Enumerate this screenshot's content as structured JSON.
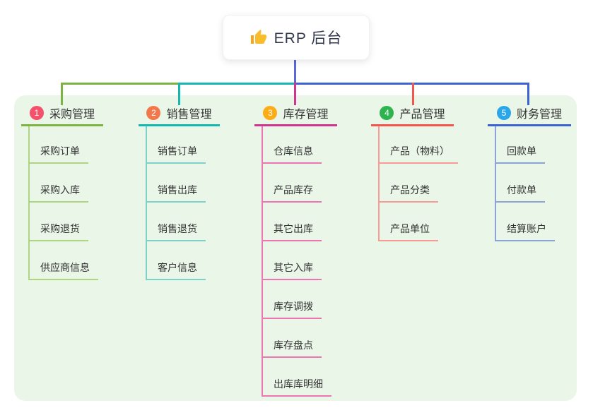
{
  "root": {
    "label": "ERP 后台",
    "icon": "thumbs-up-icon"
  },
  "branches": [
    {
      "index": "1",
      "label": "采购管理",
      "badge_color": "#f4516c",
      "line_color": "#7cb342",
      "child_line_color": "#aed581",
      "children": [
        "采购订单",
        "采购入库",
        "采购退货",
        "供应商信息"
      ]
    },
    {
      "index": "2",
      "label": "销售管理",
      "badge_color": "#f2784b",
      "line_color": "#14b8ae",
      "child_line_color": "#7fd0c9",
      "children": [
        "销售订单",
        "销售出库",
        "销售退货",
        "客户信息"
      ]
    },
    {
      "index": "3",
      "label": "库存管理",
      "badge_color": "#fbad18",
      "line_color": "#d0368f",
      "child_line_color": "#ef74b4",
      "children": [
        "仓库信息",
        "产品库存",
        "其它出库",
        "其它入库",
        "库存调拨",
        "库存盘点",
        "出库库明细"
      ]
    },
    {
      "index": "4",
      "label": "产品管理",
      "badge_color": "#2eb350",
      "line_color": "#f4564e",
      "child_line_color": "#f79b94",
      "children": [
        "产品（物料）",
        "产品分类",
        "产品单位"
      ]
    },
    {
      "index": "5",
      "label": "财务管理",
      "badge_color": "#2ba6e9",
      "line_color": "#3d63d3",
      "child_line_color": "#8ca3d8",
      "children": [
        "回款单",
        "付款单",
        "结算账户"
      ]
    }
  ],
  "colors": {
    "stem": "#5b68d8",
    "panel_bg": "#eaf6e7",
    "text": "#333333",
    "card_bg": "#ffffff",
    "thumb_yellow": "#f9bd2b"
  }
}
